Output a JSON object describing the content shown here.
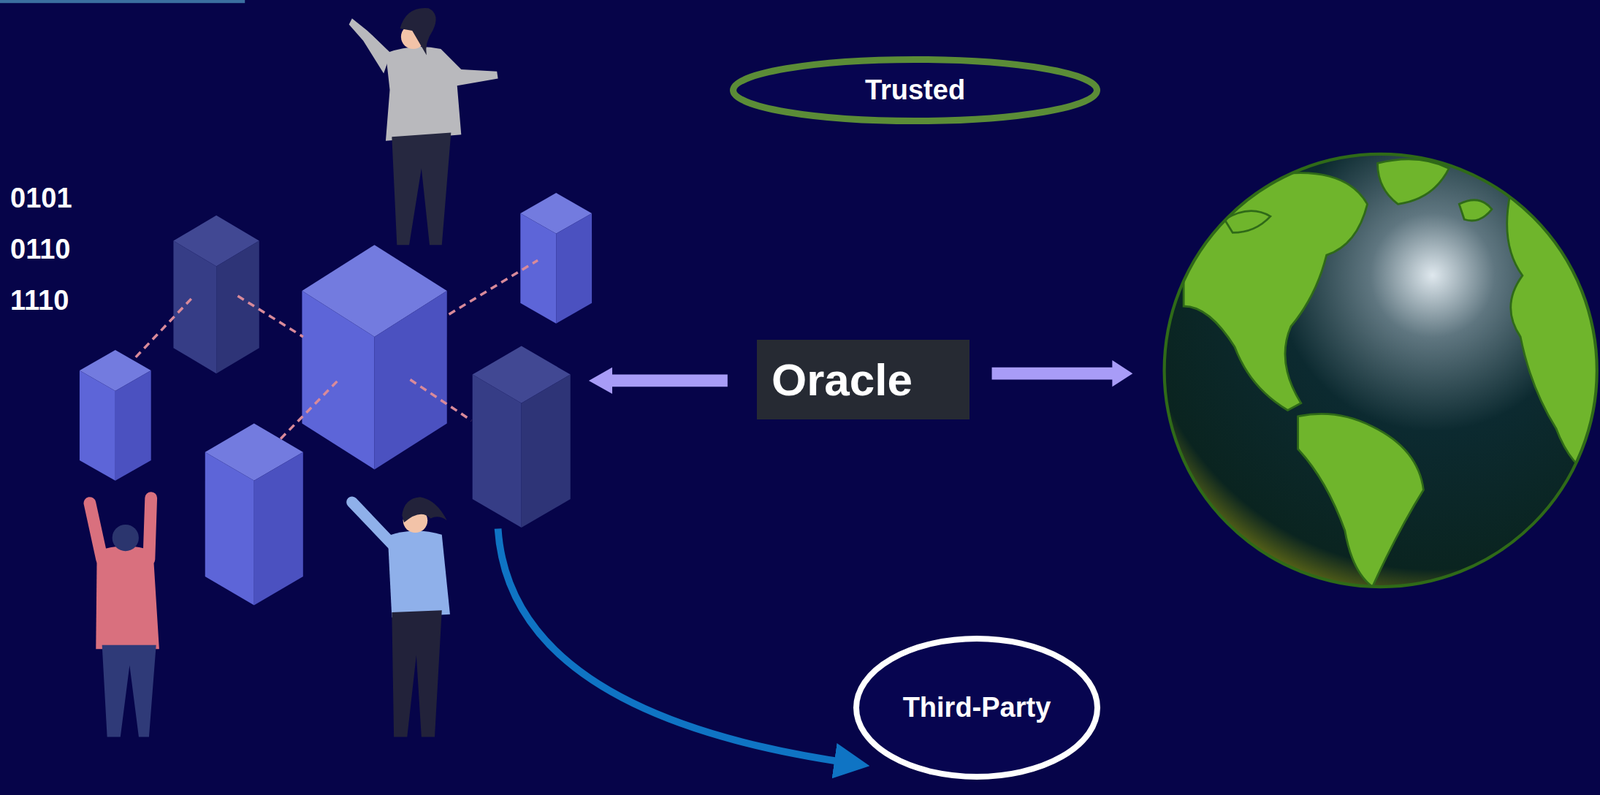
{
  "diagram": {
    "nodes": [
      {
        "text": [
          "Trusted"
        ]
      },
      {
        "text": [
          "Oracle"
        ]
      },
      {
        "text": [
          "Third-Party"
        ]
      }
    ],
    "labels": [
      "0101",
      "0110",
      "1110"
    ]
  }
}
